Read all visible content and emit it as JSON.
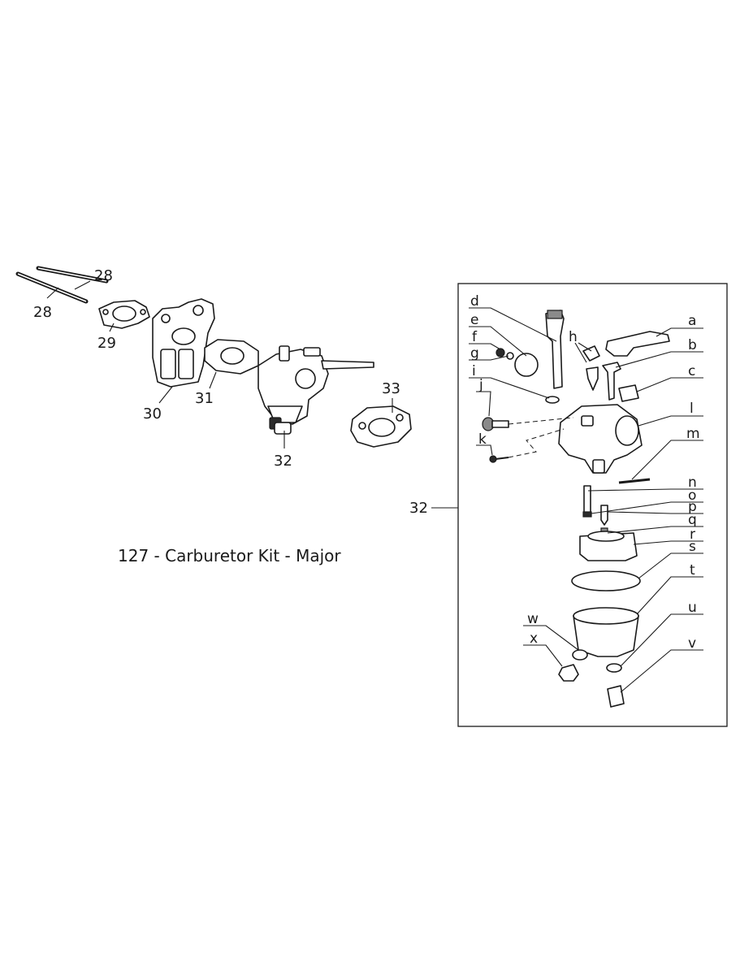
{
  "caption": "127 - Carburetor Kit - Major",
  "overview_labels": {
    "stud_top": "28",
    "stud_bottom": "28",
    "gasket_small": "29",
    "plate": "30",
    "gasket_mid": "31",
    "carburetor": "32",
    "gasket_right": "33"
  },
  "detail_callout": "32",
  "detail_labels": {
    "a": "a",
    "b": "b",
    "c": "c",
    "d": "d",
    "e": "e",
    "f": "f",
    "g": "g",
    "h": "h",
    "i": "i",
    "j": "j",
    "k": "k",
    "l": "l",
    "m": "m",
    "n": "n",
    "o": "o",
    "p": "p",
    "q": "q",
    "r": "r",
    "s": "s",
    "t": "t",
    "u": "u",
    "v": "v",
    "w": "w",
    "x": "x"
  }
}
